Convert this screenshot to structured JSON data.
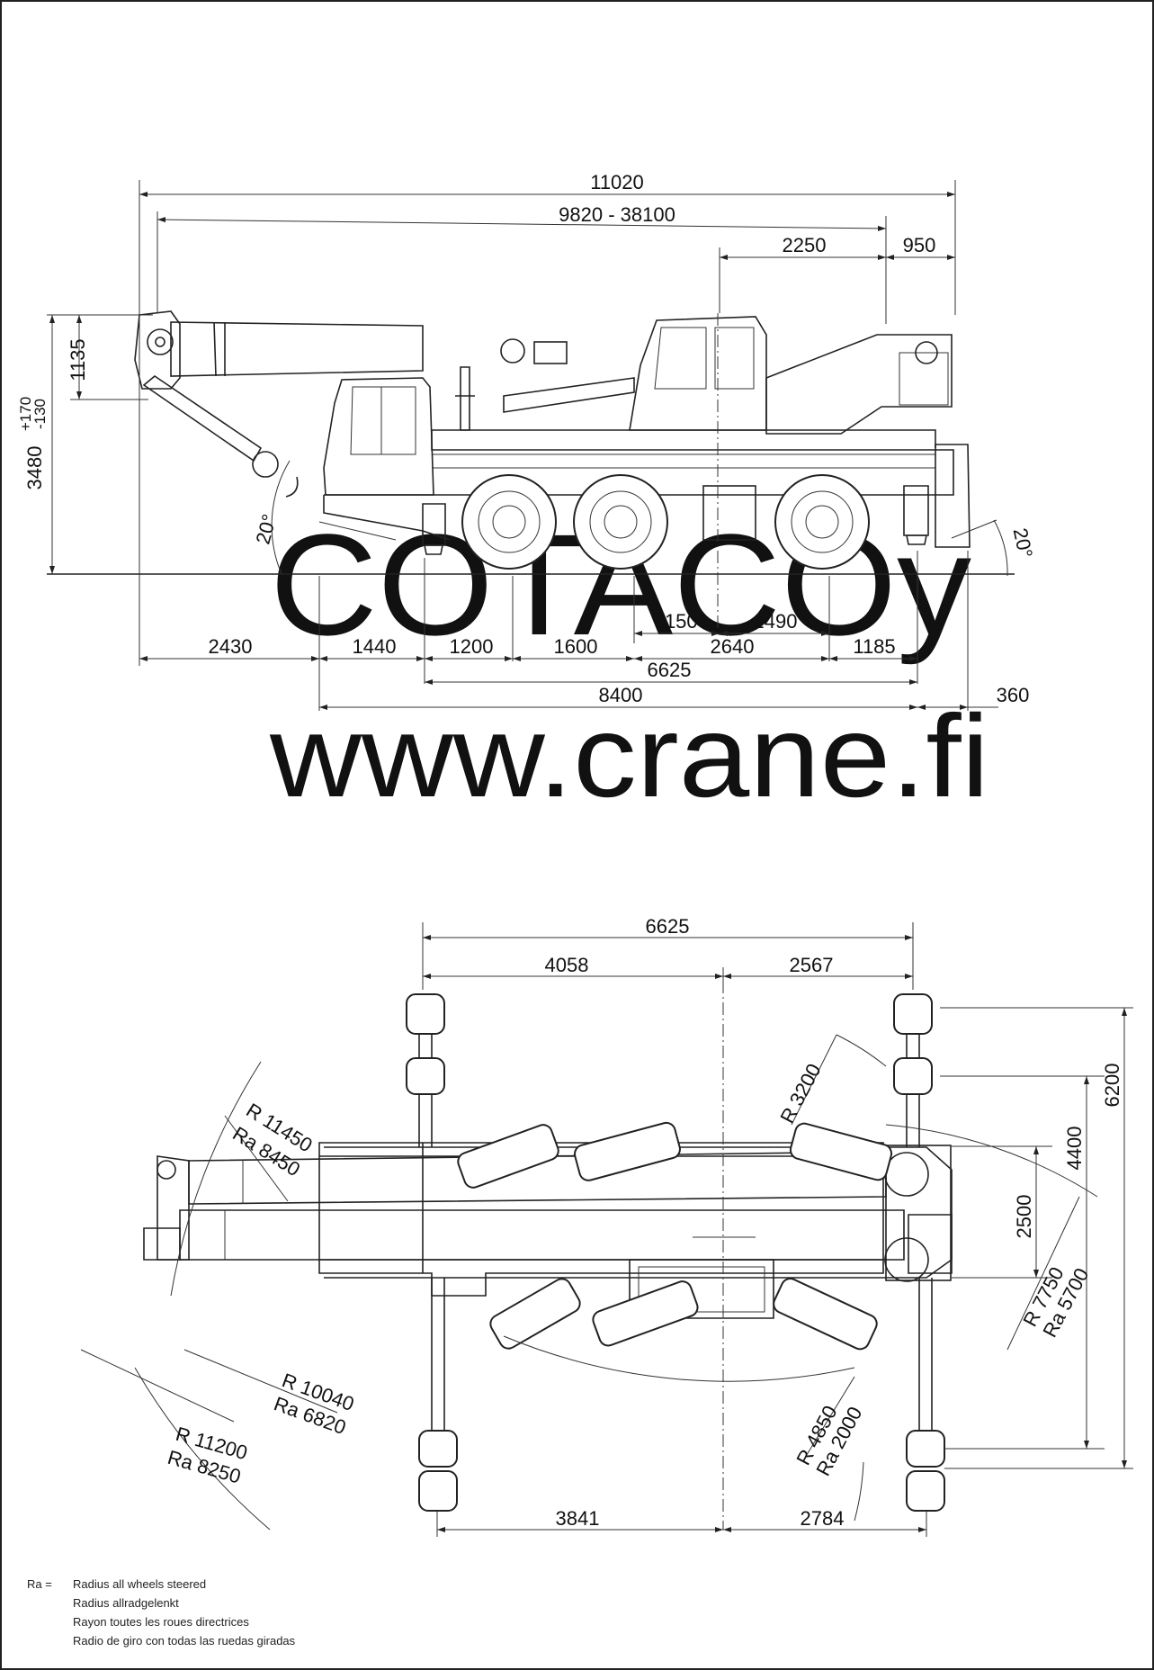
{
  "watermark": {
    "line1": "COTACOy",
    "line2": "www.crane.fi"
  },
  "side_view": {
    "dims": {
      "overall_length": "11020",
      "boom_length": "9820 - 38100",
      "cab_offset": "2250",
      "rear": "950",
      "boom_head": "1135",
      "height": "3480",
      "height_tol_plus": "+170",
      "height_tol_minus": "-130",
      "front_angle": "20°",
      "rear_angle": "20°",
      "d_2430": "2430",
      "d_1440": "1440",
      "d_1200": "1200",
      "d_1600": "1600",
      "d_1150": "1150",
      "d_1490": "1490",
      "d_2640": "2640",
      "d_1185": "1185",
      "outrigger_base": "6625",
      "vehicle_length": "8400",
      "d_360": "360"
    }
  },
  "top_view": {
    "dims": {
      "outrigger_base": "6625",
      "front_span": "4058",
      "rear_span": "2567",
      "bottom_front": "3841",
      "bottom_rear": "2784",
      "width_total": "6200",
      "width_mid": "4400",
      "width_vehicle": "2500"
    },
    "radii": {
      "r_11450": "R 11450",
      "ra_8450": "Ra 8450",
      "r_10040": "R 10040",
      "ra_6820": "Ra 6820",
      "r_11200": "R 11200",
      "ra_8250": "Ra 8250",
      "r_3200": "R 3200",
      "r_4850": "R 4850",
      "ra_2000": "Ra 2000",
      "r_7750": "R 7750",
      "ra_5700": "Ra 5700"
    }
  },
  "legend": {
    "label": "Ra =",
    "lines": [
      "Radius all wheels steered",
      "Radius allradgelenkt",
      "Rayon toutes les roues directrices",
      "Radio de giro con todas las ruedas giradas"
    ]
  }
}
